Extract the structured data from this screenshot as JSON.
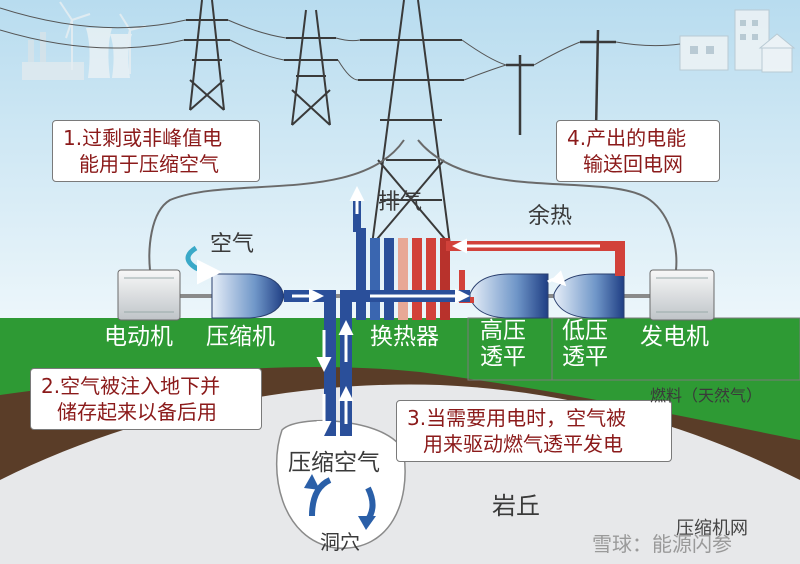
{
  "steps": {
    "step1": {
      "line1": "1.过剩或非峰值电",
      "line2": "能用于压缩空气"
    },
    "step2": {
      "line1": "2.空气被注入地下并",
      "line2": "储存起来以备后用"
    },
    "step3": {
      "line1": "3.当需要用电时，空气被",
      "line2": "用来驱动燃气透平发电"
    },
    "step4": {
      "line1": "4.产出的电能",
      "line2": "输送回电网"
    }
  },
  "labels": {
    "exhaust": "排气",
    "air": "空气",
    "waste_heat": "余热",
    "motor": "电动机",
    "compressor": "压缩机",
    "heat_exchanger": "换热器",
    "hp_turbine_1": "高压",
    "hp_turbine_2": "透平",
    "lp_turbine_1": "低压",
    "lp_turbine_2": "透平",
    "generator": "发电机",
    "fuel": "燃料（天然气）",
    "compressed_air": "压缩空气",
    "cavern": "洞穴",
    "rock": "岩丘"
  },
  "watermark": {
    "site": "压缩机网",
    "source": "雪球：能源闪参"
  },
  "colors": {
    "sky": "#cfe6f2",
    "grass": "#2e9a34",
    "soil": "#5a3d28",
    "rock": "#e7e8ea",
    "pipe_red": "#d2413a",
    "pipe_blue": "#2a4f9a",
    "text_red": "#8b1a1a"
  }
}
